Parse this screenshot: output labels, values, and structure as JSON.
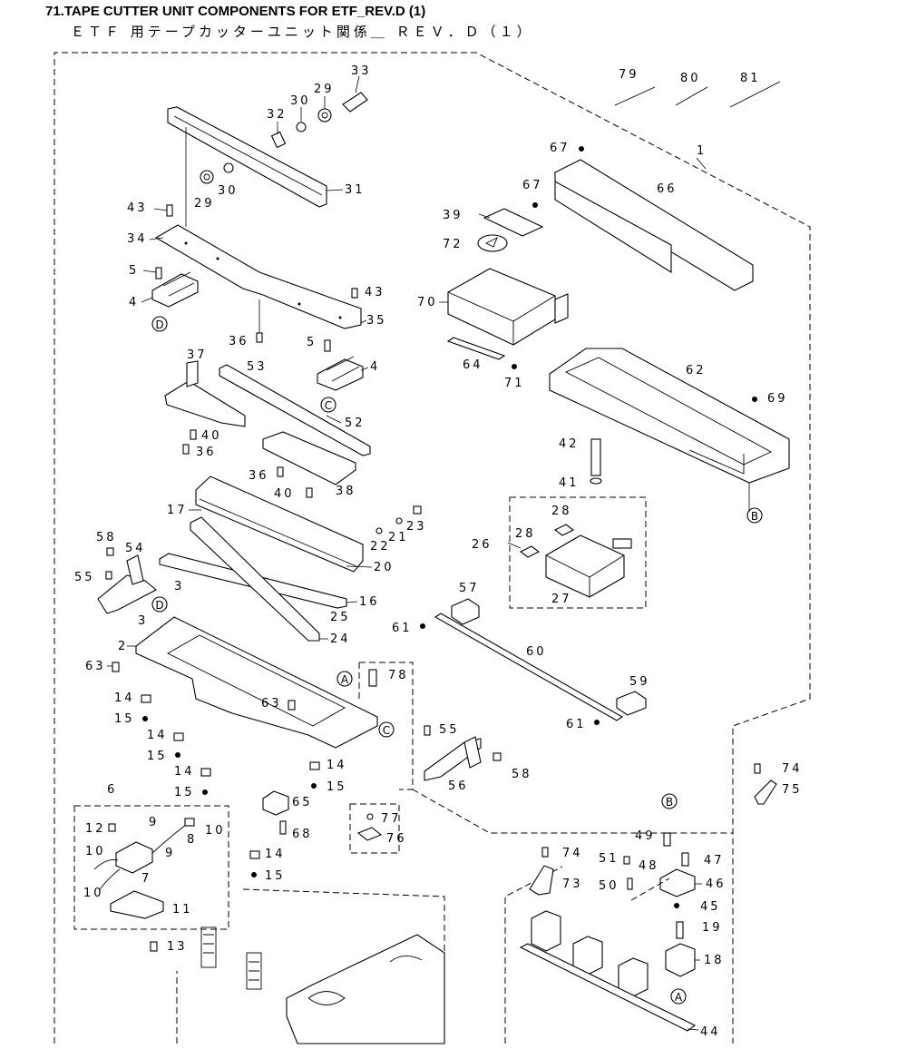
{
  "header": {
    "title_en": "71.TAPE CUTTER UNIT COMPONENTS FOR ETF_REV.D (1)",
    "title_jp": "ＥＴＦ 用テープカッターユニット関係＿ ＲＥＶ．Ｄ（１）"
  },
  "labels": {
    "l1": "1",
    "l2": "2",
    "l3a": "3",
    "l3b": "3",
    "l4a": "4",
    "l4b": "4",
    "l5a": "5",
    "l5b": "5",
    "l6": "6",
    "l7": "7",
    "l8": "8",
    "l9a": "9",
    "l9b": "9",
    "l10a": "10",
    "l10b": "10",
    "l10c": "10",
    "l11": "11",
    "l12": "12",
    "l13": "13",
    "l14a": "14",
    "l14b": "14",
    "l14c": "14",
    "l14d": "14",
    "l14e": "14",
    "l15a": "15",
    "l15b": "15",
    "l15c": "15",
    "l15d": "15",
    "l15e": "15",
    "l16": "16",
    "l17": "17",
    "l18": "18",
    "l19": "19",
    "l20": "20",
    "l21": "21",
    "l22": "22",
    "l23": "23",
    "l24": "24",
    "l25": "25",
    "l26": "26",
    "l27": "27",
    "l28a": "28",
    "l28b": "28",
    "l29a": "29",
    "l29b": "29",
    "l30a": "30",
    "l30b": "30",
    "l31": "31",
    "l32": "32",
    "l33": "33",
    "l34": "34",
    "l35": "35",
    "l36a": "36",
    "l36b": "36",
    "l36c": "36",
    "l37": "37",
    "l38": "38",
    "l39": "39",
    "l40a": "40",
    "l40b": "40",
    "l41": "41",
    "l42": "42",
    "l43a": "43",
    "l43b": "43",
    "l44": "44",
    "l45": "45",
    "l46": "46",
    "l47": "47",
    "l48": "48",
    "l49": "49",
    "l50": "50",
    "l51": "51",
    "l52": "52",
    "l53": "53",
    "l54": "54",
    "l55a": "55",
    "l55b": "55",
    "l56": "56",
    "l57": "57",
    "l58a": "58",
    "l58b": "58",
    "l59": "59",
    "l60": "60",
    "l61a": "61",
    "l61b": "61",
    "l62": "62",
    "l63a": "63",
    "l63b": "63",
    "l64": "64",
    "l65": "65",
    "l66": "66",
    "l67a": "67",
    "l67b": "67",
    "l68": "68",
    "l69": "69",
    "l70": "70",
    "l71": "71",
    "l72": "72",
    "l73": "73",
    "l74a": "74",
    "l74b": "74",
    "l75": "75",
    "l76": "76",
    "l77": "77",
    "l78": "78",
    "l79": "79",
    "l80": "80",
    "l81": "81"
  },
  "callouts": {
    "a1": "A",
    "a2": "A",
    "b1": "B",
    "b2": "B",
    "c1": "C",
    "c2": "C",
    "d1": "D",
    "d2": "D"
  }
}
